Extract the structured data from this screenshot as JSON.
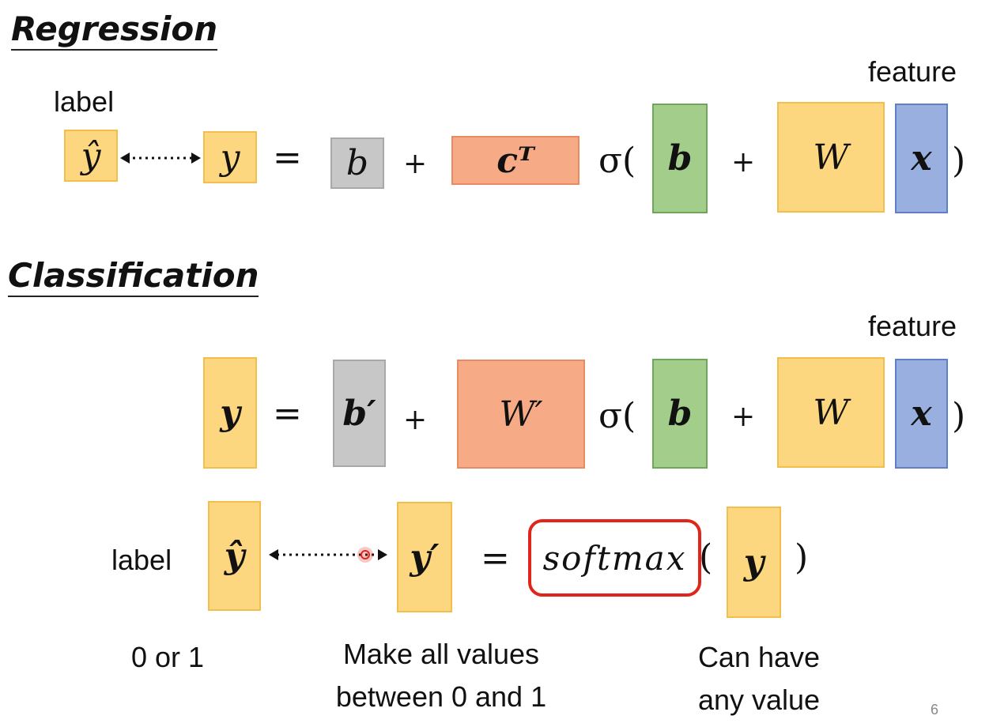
{
  "regression": {
    "heading": "Regression",
    "label_text": "label",
    "feature_text": "feature",
    "yhat": "ŷ",
    "y": "y",
    "equals": "=",
    "b": "b",
    "plus": "+",
    "cT": "cᵀ",
    "sigma_open": "σ(",
    "b_bold": "b",
    "W": "W",
    "x": "x",
    "close": ")"
  },
  "classification": {
    "heading": "Classification",
    "feature_text": "feature",
    "y": "y",
    "equals": "=",
    "b_prime": "b′",
    "plus": "+",
    "W_prime": "W′",
    "sigma_open": "σ(",
    "b_bold": "b",
    "W": "W",
    "x": "x",
    "close": ")",
    "label_text": "label",
    "yhat": "ŷ",
    "y_prime": "y′",
    "softmax": "softmax",
    "softmax_open": "(",
    "softmax_y": "y",
    "softmax_close": ")",
    "caption_label": "0 or 1",
    "caption_middle": "Make all values\nbetween 0 and 1",
    "caption_right": "Can have\nany value"
  },
  "page_number": "6",
  "colors": {
    "yellow": "#fcd77f",
    "gray": "#c7c7c7",
    "salmon": "#f6aa86",
    "green": "#a3cd8b",
    "blue": "#98afe0",
    "highlight_red": "#e0261b"
  }
}
